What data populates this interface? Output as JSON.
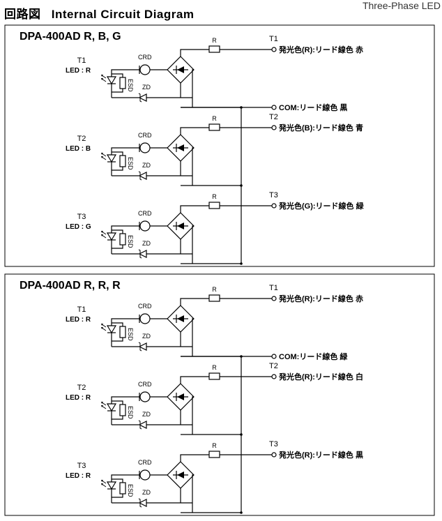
{
  "header": {
    "title_jp": "回路図",
    "title_en": "Internal Circuit Diagram",
    "subtitle": "Three-Phase LED"
  },
  "labels": {
    "crd": "CRD",
    "zd": "ZD",
    "esd": "ESD",
    "r": "R"
  },
  "panels": [
    {
      "title": "DPA-400AD   R, B, G",
      "com": "COM:リード線色 黒",
      "channels": [
        {
          "term": "T1",
          "led": "LED : R",
          "out_term": "T1",
          "out": "発光色(R):リード線色 赤"
        },
        {
          "term": "T2",
          "led": "LED : B",
          "out_term": "T2",
          "out": "発光色(B):リード線色 青"
        },
        {
          "term": "T3",
          "led": "LED : G",
          "out_term": "T3",
          "out": "発光色(G):リード線色 緑"
        }
      ]
    },
    {
      "title": "DPA-400AD   R, R, R",
      "com": "COM:リード線色 緑",
      "channels": [
        {
          "term": "T1",
          "led": "LED : R",
          "out_term": "T1",
          "out": "発光色(R):リード線色 赤"
        },
        {
          "term": "T2",
          "led": "LED : R",
          "out_term": "T2",
          "out": "発光色(R):リード線色 白"
        },
        {
          "term": "T3",
          "led": "LED : R",
          "out_term": "T3",
          "out": "発光色(R):リード線色 黒"
        }
      ]
    }
  ]
}
